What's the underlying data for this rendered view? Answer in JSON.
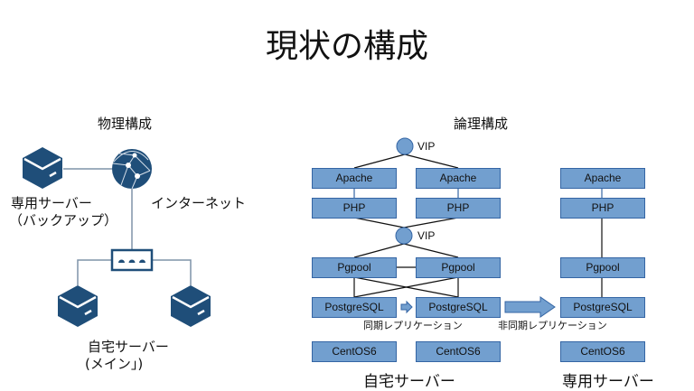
{
  "title": "現状の構成",
  "physical": {
    "heading": "物理構成",
    "backup_server_label_line1": "専用サーバー",
    "backup_server_label_line2": "（バックアップ）",
    "internet_label": "インターネット",
    "home_server_label_line1": "自宅サーバー",
    "home_server_label_line2": "(メイン」)",
    "icon_color": "#1f4e79"
  },
  "logical": {
    "heading": "論理構成",
    "vip_label": "VIP",
    "box_fill": "#729fcf",
    "box_border": "#3465a4",
    "home_columns": [
      {
        "apache": "Apache",
        "php": "PHP",
        "pgpool": "Pgpool",
        "postgres": "PostgreSQL",
        "os": "CentOS6"
      },
      {
        "apache": "Apache",
        "php": "PHP",
        "pgpool": "Pgpool",
        "postgres": "PostgreSQL",
        "os": "CentOS6"
      }
    ],
    "dedicated_column": {
      "apache": "Apache",
      "php": "PHP",
      "pgpool": "Pgpool",
      "postgres": "PostgreSQL",
      "os": "CentOS6"
    },
    "sync_replication_label": "同期レプリケーション",
    "async_replication_label": "非同期レプリケーション",
    "home_server_caption": "自宅サーバー",
    "dedicated_server_caption": "専用サーバー"
  }
}
